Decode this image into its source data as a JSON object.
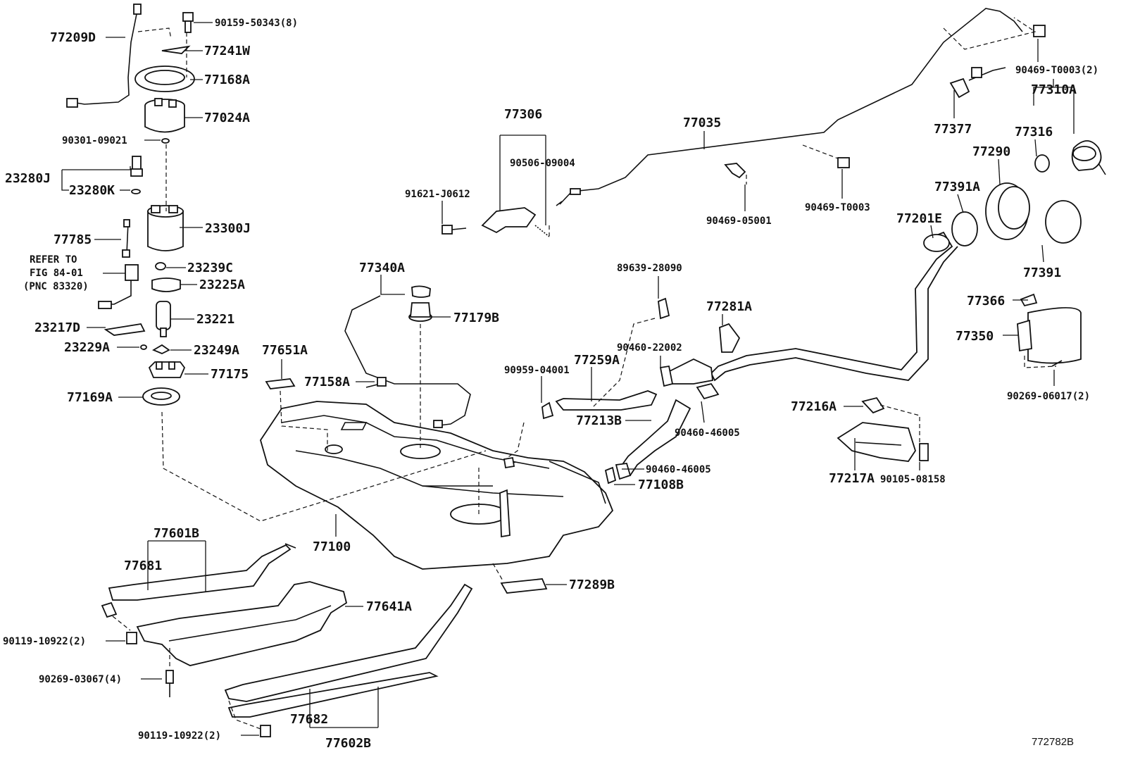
{
  "diagram_id": "772782B",
  "note_lines": [
    "REFER TO",
    "FIG 84-01",
    "(PNC 83320)"
  ],
  "labels": {
    "p77209D": "77209D",
    "p90159_50343": "90159-50343(8)",
    "p77241W": "77241W",
    "p77168A": "77168A",
    "p77024A": "77024A",
    "p90301_09021": "90301-09021",
    "p23280J": "23280J",
    "p23280K": "23280K",
    "p23300J": "23300J",
    "p77785": "77785",
    "p23239C": "23239C",
    "p23225A": "23225A",
    "p23217D": "23217D",
    "p23221": "23221",
    "p23229A": "23229A",
    "p23249A": "23249A",
    "p77175": "77175",
    "p77169A": "77169A",
    "p77651A": "77651A",
    "p77158A": "77158A",
    "p77340A": "77340A",
    "p77179B": "77179B",
    "p77306": "77306",
    "p90506_09004": "90506-09004",
    "p91621_J0612": "91621-J0612",
    "p77035": "77035",
    "p90469_05001": "90469-05001",
    "p90469_T0003": "90469-T0003",
    "p90469_T0003_2": "90469-T0003(2)",
    "p77377": "77377",
    "p77310A": "77310A",
    "p77316": "77316",
    "p77290": "77290",
    "p77391A": "77391A",
    "p77201E": "77201E",
    "p77391": "77391",
    "p77366": "77366",
    "p77350": "77350",
    "p90269_06017": "90269-06017(2)",
    "p89639_28090": "89639-28090",
    "p77281A": "77281A",
    "p90460_22002": "90460-22002",
    "p90959_04001": "90959-04001",
    "p77259A": "77259A",
    "p77213B": "77213B",
    "p90460_46005a": "90460-46005",
    "p90460_46005b": "90460-46005",
    "p77108B": "77108B",
    "p77216A": "77216A",
    "p77217A": "77217A",
    "p90105_08158": "90105-08158",
    "p77100": "77100",
    "p77601B": "77601B",
    "p77681": "77681",
    "p77641A": "77641A",
    "p77289B": "77289B",
    "p90119_10922a": "90119-10922(2)",
    "p90269_03067": "90269-03067(4)",
    "p77682": "77682",
    "p90119_10922b": "90119-10922(2)",
    "p77602B": "77602B"
  }
}
